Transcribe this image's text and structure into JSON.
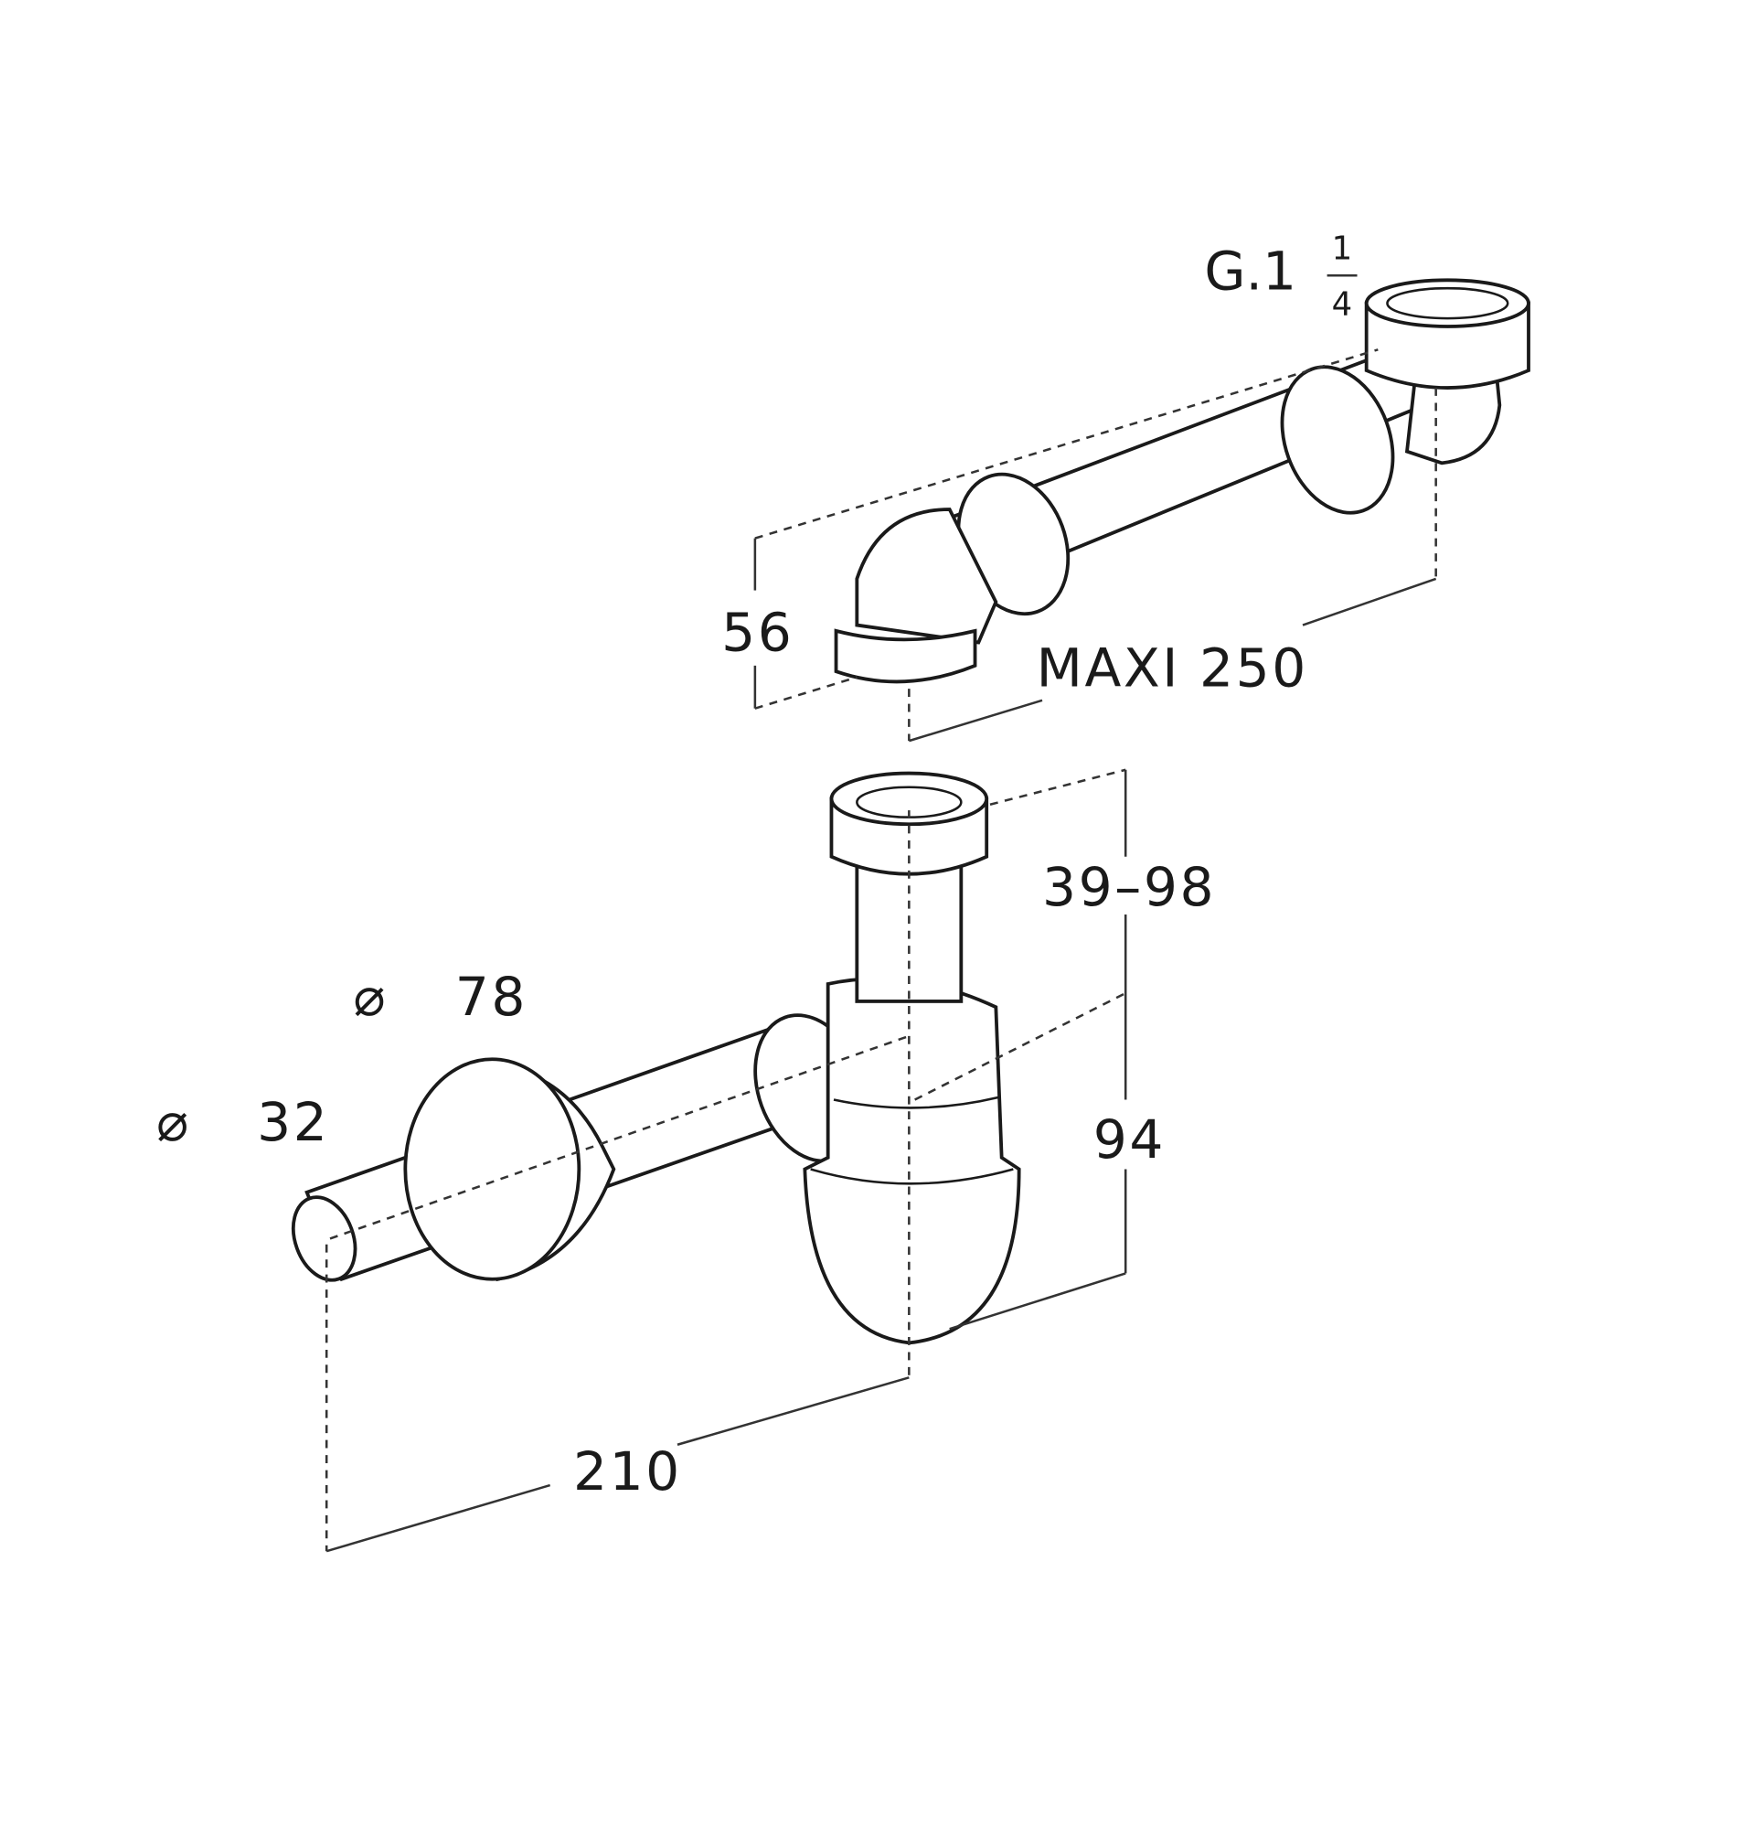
{
  "drawing": {
    "thread_label": "G.1",
    "thread_fraction_numerator": "1",
    "thread_fraction_denominator": "4",
    "outlet_height": "56",
    "extension_length": "MAXI 250",
    "inlet_adjust_range": "39–98",
    "rosette_diameter_symbol": "⌀",
    "rosette_diameter": "78",
    "pipe_diameter_symbol": "⌀",
    "pipe_diameter": "32",
    "trap_height": "94",
    "trap_depth": "210"
  },
  "colors": {
    "line": "#1a1a1a",
    "background": "#ffffff"
  }
}
